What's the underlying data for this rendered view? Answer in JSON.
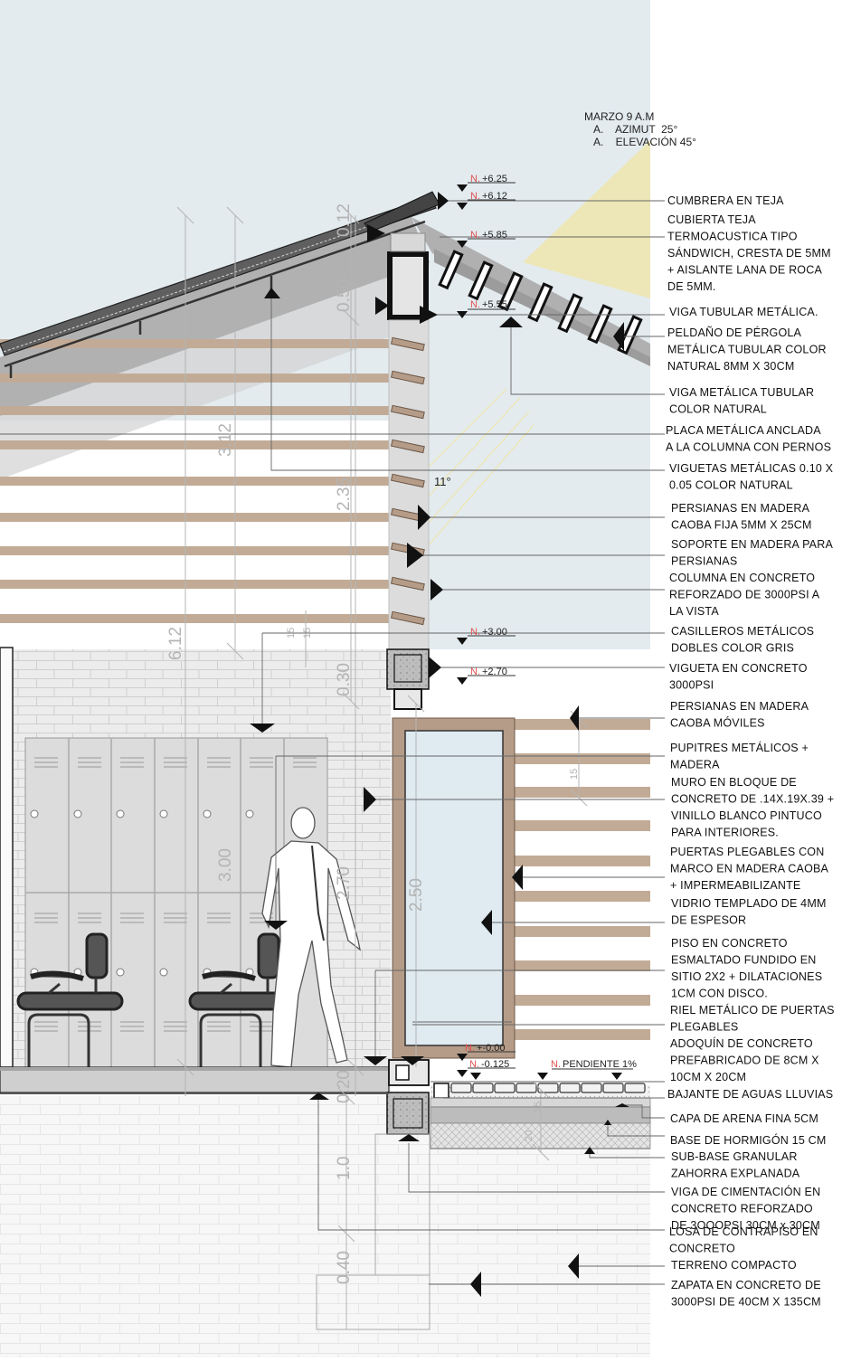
{
  "sun": {
    "title": "MARZO  9 A.M",
    "line1": "A.    AZIMUT  25°",
    "line2": "A.    ELEVACIÓN 45°"
  },
  "level_prefix": "N.",
  "levels": [
    "+6.25",
    "+6.12",
    "+5.85",
    "+5.55",
    "+3.00",
    "+2.70",
    "+-0.00",
    "-0.125"
  ],
  "slope_label": "PENDIENTE 1%",
  "angle_label": "11°",
  "dimensions": {
    "d_612_total": "6.12",
    "d_312": "3.12",
    "d_235": "2.35",
    "d_012": "0.12",
    "d_050": "0.50",
    "d_030": "0.30",
    "d_300": "3.00",
    "d_270": "2.70",
    "d_250": "2.50",
    "d_020": "0.20",
    "d_10": "1.0",
    "d_040": "0.40",
    "d_015a": "15",
    "d_015b": "15",
    "d_015c": "15",
    "d_020b": "20"
  },
  "labels": [
    [
      "CUMBRERA EN TEJA"
    ],
    [
      "CUBIERTA TEJA",
      "TERMOACUSTICA TIPO",
      "SÁNDWICH, CRESTA DE 5MM",
      "+ AISLANTE LANA DE ROCA",
      "DE 5MM."
    ],
    [
      "VIGA TUBULAR METÁLICA."
    ],
    [
      "PELDAÑO DE PÉRGOLA",
      "METÁLICA  TUBULAR COLOR",
      "NATURAL 8MM X 30CM"
    ],
    [
      "VIGA METÁLICA TUBULAR",
      "COLOR NATURAL"
    ],
    [
      "PLACA METÁLICA ANCLADA",
      "A LA COLUMNA CON PERNOS"
    ],
    [
      "VIGUETAS METÁLICAS 0.10 X",
      "0.05 COLOR NATURAL"
    ],
    [
      "PERSIANAS EN MADERA",
      "CAOBA FIJA 5MM X 25CM"
    ],
    [
      "SOPORTE EN MADERA PARA",
      "PERSIANAS"
    ],
    [
      "COLUMNA EN CONCRETO",
      "REFORZADO DE 3000PSI A",
      "LA VISTA"
    ],
    [
      "CASILLEROS METÁLICOS",
      "DOBLES COLOR GRIS"
    ],
    [
      "VIGUETA EN CONCRETO",
      "3000PSI"
    ],
    [
      "PERSIANAS EN MADERA",
      "CAOBA MÓVILES"
    ],
    [
      "PUPITRES METÁLICOS +",
      "MADERA"
    ],
    [
      "MURO EN BLOQUE DE",
      "CONCRETO DE .14X.19X.39 +",
      "VINILLO BLANCO PINTUCO",
      "PARA INTERIORES."
    ],
    [
      "PUERTAS PLEGABLES CON",
      "MARCO EN MADERA CAOBA",
      "+ IMPERMEABILIZANTE"
    ],
    [
      "VIDRIO TEMPLADO DE 4MM",
      "DE ESPESOR"
    ],
    [
      "PISO EN CONCRETO",
      "ESMALTADO FUNDIDO EN",
      "SITIO 2X2 + DILATACIONES",
      "1CM CON DISCO."
    ],
    [
      "RIEL METÁLICO DE PUERTAS",
      "PLEGABLES"
    ],
    [
      "ADOQUÍN DE CONCRETO",
      "PREFABRICADO DE 8CM X",
      "10CM X 20CM"
    ],
    [
      "BAJANTE DE AGUAS LLUVIAS"
    ],
    [
      "CAPA DE ARENA FINA 5CM"
    ],
    [
      "BASE DE HORMIGÓN 15 CM"
    ],
    [
      "SUB-BASE GRANULAR",
      "ZAHORRA EXPLANADA"
    ],
    [
      "VIGA DE CIMENTACIÓN EN",
      "CONCRETO REFORZADO",
      "DE 3OOOPSI 30CM x 30CM"
    ],
    [
      "LOSA DE  CONTRAPISO  EN",
      "CONCRETO"
    ],
    [
      "TERRENO COMPACTO"
    ],
    [
      "ZAPATA EN CONCRETO DE",
      "3000PSI DE 40CM X 135CM"
    ]
  ],
  "colors": {
    "sky": "#e3ebef",
    "wall": "#ececec",
    "wood": "#c2ab96",
    "wood_dark": "#a08570",
    "steel": "#6e6e6e",
    "sun_ray": "#efe6ad",
    "level_red": "#e05050",
    "dim_gray": "#b4b4b4"
  }
}
